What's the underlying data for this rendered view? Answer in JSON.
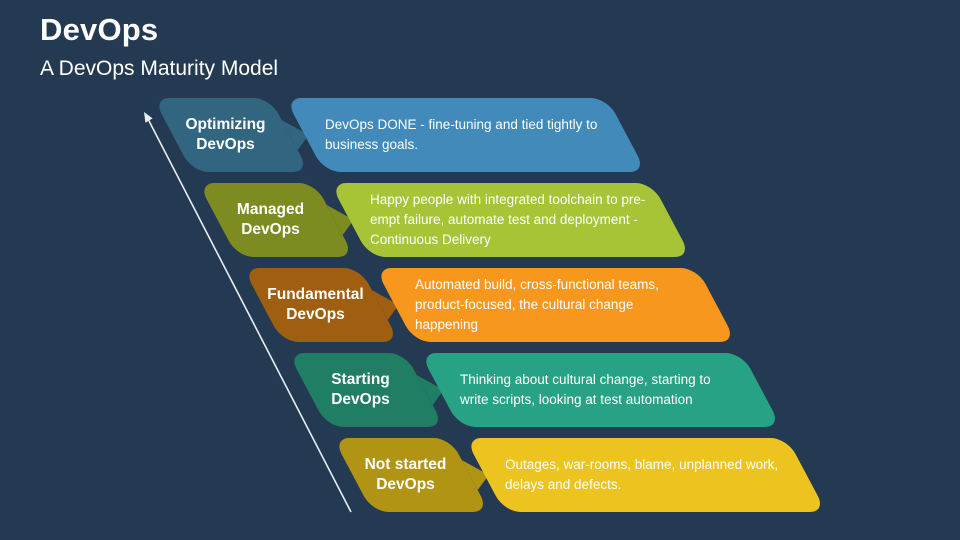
{
  "slide": {
    "title": "DevOps",
    "subtitle": "A DevOps Maturity Model",
    "background_color": "#243A52",
    "text_color": "#FFFFFF",
    "arrow_color": "#E8EDF4"
  },
  "rows": [
    {
      "label": "Optimizing DevOps",
      "description": "DevOps DONE - fine-tuning and tied tightly to business goals.",
      "label_color": "#316580",
      "desc_color": "#418AB9"
    },
    {
      "label": "Managed DevOps",
      "description": "Happy people with integrated toolchain to pre-empt failure, automate test and deployment - Continuous Delivery",
      "label_color": "#7E8B20",
      "desc_color": "#A7C437"
    },
    {
      "label": "Fundamental DevOps",
      "description": "Automated build, cross-functional teams, product-focused, the cultural change happening",
      "label_color": "#A05F10",
      "desc_color": "#F8971E"
    },
    {
      "label": "Starting DevOps",
      "description": "Thinking about cultural change, starting to write scripts, looking at test automation",
      "label_color": "#1F7E63",
      "desc_color": "#28A284"
    },
    {
      "label": "Not started DevOps",
      "description": "Outages, war-rooms, blame, unplanned work, delays and defects.",
      "label_color": "#B29414",
      "desc_color": "#EDC320"
    }
  ]
}
